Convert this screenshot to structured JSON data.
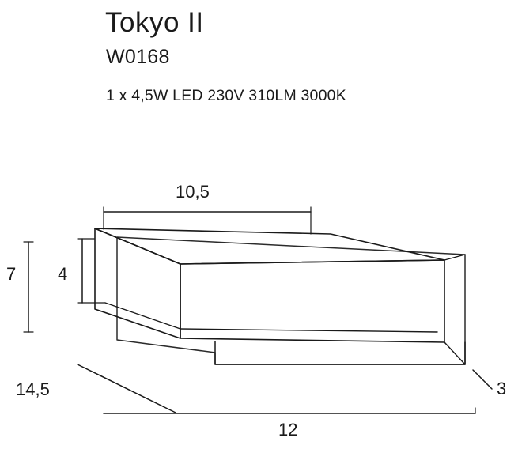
{
  "header": {
    "title": "Tokyo II",
    "code": "W0168",
    "specs": "1 x 4,5W LED 230V 310LM 3000K"
  },
  "diagram": {
    "type": "technical-dimension-drawing",
    "product": "Tokyo II wall lamp",
    "unit": "cm",
    "labels": {
      "top_width": "10,5",
      "height_outer": "7",
      "height_inner": "4",
      "depth_diagonal": "14,5",
      "bottom_width": "12",
      "right_depth": "3"
    },
    "line_color": "#1a1a1a"
  }
}
